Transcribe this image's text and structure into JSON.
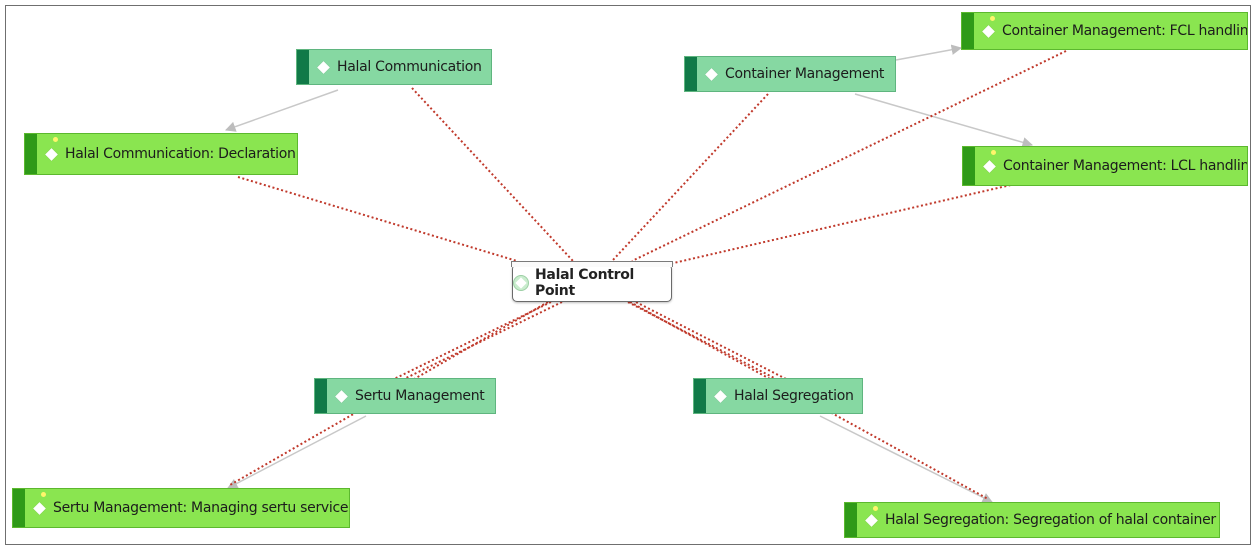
{
  "center": {
    "label": "Halal Control Point"
  },
  "topics": [
    {
      "label": "Halal Communication",
      "subtopics": [
        {
          "label": "Halal Communication: Declaration"
        }
      ]
    },
    {
      "label": "Container Management",
      "subtopics": [
        {
          "label": "Container Management: FCL handling"
        },
        {
          "label": "Container Management: LCL handling"
        }
      ]
    },
    {
      "label": "Sertu Management",
      "subtopics": [
        {
          "label": "Sertu Management: Managing sertu service"
        }
      ]
    },
    {
      "label": "Halal Segregation",
      "subtopics": [
        {
          "label": "Halal Segregation: Segregation of halal container"
        }
      ]
    }
  ],
  "colors": {
    "parent_fill": "#86d8a2",
    "parent_stripe": "#117a48",
    "child_fill": "#8ae550",
    "child_stripe": "#2f9a18",
    "relation_line": "#c0392b",
    "hierarchy_line": "#c8c8c8"
  },
  "icons": {
    "topic_marker": "diamond-icon",
    "new_marker": "sparkle-icon",
    "center_marker": "concept-icon"
  }
}
